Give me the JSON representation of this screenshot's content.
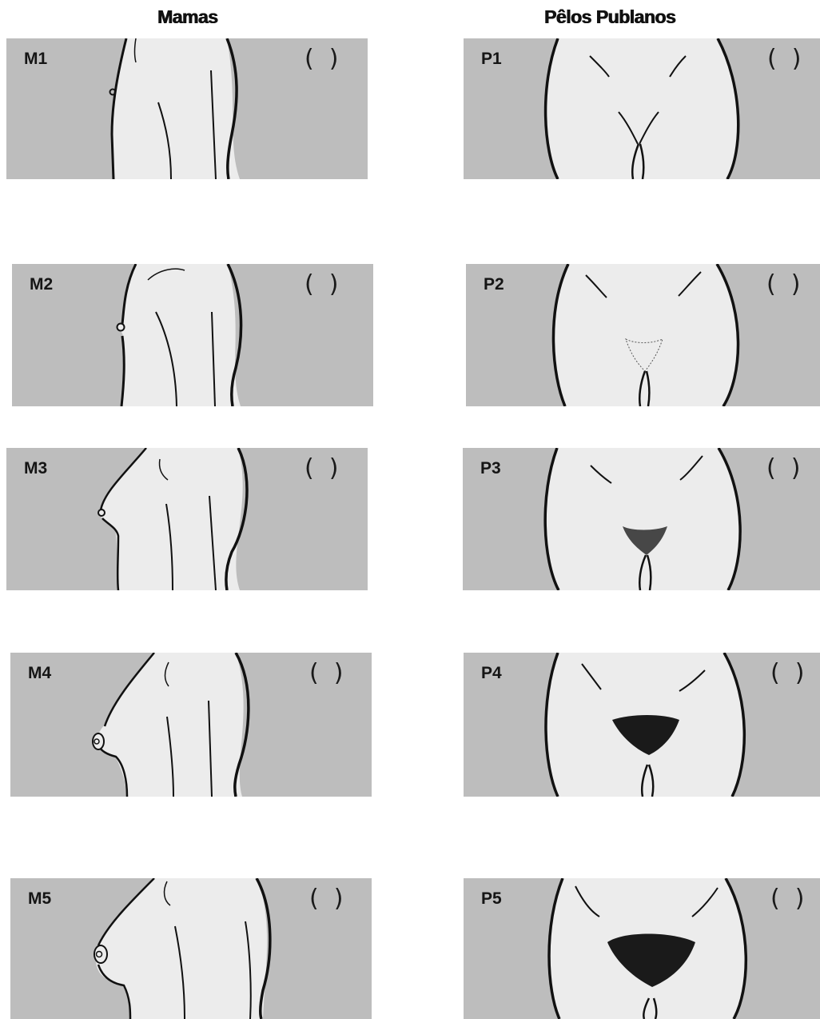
{
  "headers": {
    "left": "Mamas",
    "right": "Pêlos Publanos"
  },
  "breasts": [
    {
      "label": "M1",
      "marker": "(  )"
    },
    {
      "label": "M2",
      "marker": "(  )"
    },
    {
      "label": "M3",
      "marker": "(  )"
    },
    {
      "label": "M4",
      "marker": "(  )"
    },
    {
      "label": "M5",
      "marker": "(  )"
    }
  ],
  "pubic": [
    {
      "label": "P1",
      "marker": "(  )"
    },
    {
      "label": "P2",
      "marker": "(  )"
    },
    {
      "label": "P3",
      "marker": "(  )"
    },
    {
      "label": "P4",
      "marker": "(  )"
    },
    {
      "label": "P5",
      "marker": "(  )"
    }
  ],
  "colors": {
    "panel": "#bdbdbd",
    "body": "#ececec",
    "ink": "#111111"
  }
}
